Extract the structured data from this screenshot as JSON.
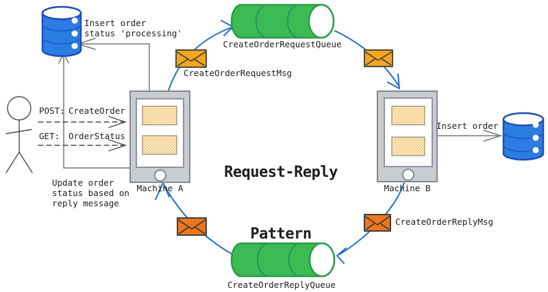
{
  "title": {
    "line1": "Request-Reply",
    "line2": "Pattern"
  },
  "left_db_note": "Insert order\nstatus 'processing'",
  "api_calls": [
    {
      "method": "POST:",
      "name": "CreateOrder"
    },
    {
      "method": "GET:",
      "name": "OrderStatus"
    }
  ],
  "update_note": "Update order\nstatus based on\nreply message",
  "machine_a_label": "Machine A",
  "machine_b_label": "Machine B",
  "insert_order_label": "Insert order",
  "request_queue": {
    "label": "CreateOrderRequestQueue",
    "msg_label": "CreateOrderRequestMsg"
  },
  "reply_queue": {
    "label": "CreateOrderReplyQueue",
    "msg_label": "CreateOrderReplyMsg"
  },
  "colors": {
    "database_blue": "#2b7de1",
    "database_outline": "#1e4db7",
    "queue_green": "#3cba54",
    "queue_outline": "#2a9b45",
    "request_envelope": "#f2a71f",
    "reply_envelope": "#f0761c",
    "flow_arrow_blue": "#1f6fc5",
    "connector_gray": "#777777"
  },
  "icons": {
    "left_database": "database-icon",
    "right_database": "database-icon",
    "request_queue": "queue-cylinder-icon",
    "reply_queue": "queue-cylinder-icon",
    "messages": "envelope-icon",
    "actor": "person-icon",
    "machines": "tablet-icon"
  }
}
